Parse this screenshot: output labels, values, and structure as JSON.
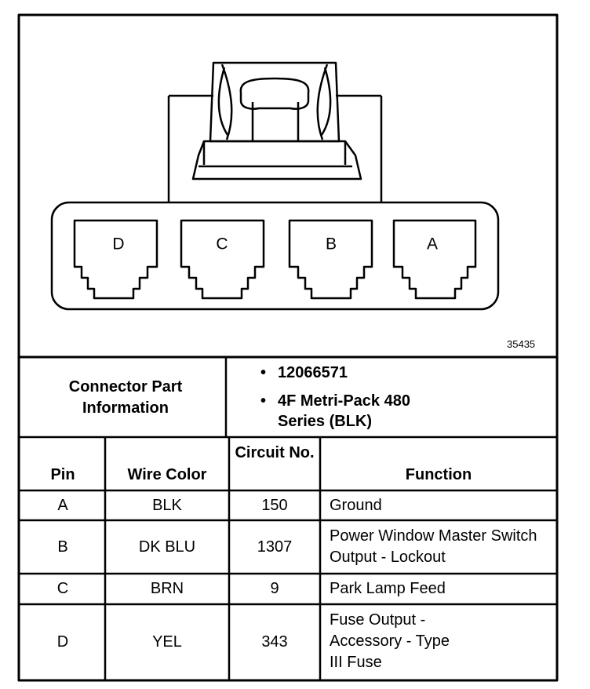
{
  "connector": {
    "pins": [
      "D",
      "C",
      "B",
      "A"
    ],
    "figure_number": "35435"
  },
  "info": {
    "heading": "Connector Part Information",
    "bullets": [
      "12066571",
      "4F Metri-Pack 480 Series (BLK)"
    ]
  },
  "table": {
    "headers": {
      "pin": "Pin",
      "wire_color": "Wire Color",
      "circuit": "Circuit No.",
      "function": "Function"
    },
    "rows": [
      {
        "pin": "A",
        "wire_color": "BLK",
        "circuit": "150",
        "function": "Ground"
      },
      {
        "pin": "B",
        "wire_color": "DK BLU",
        "circuit": "1307",
        "function": "Power Window Master Switch Output - Lockout"
      },
      {
        "pin": "C",
        "wire_color": "BRN",
        "circuit": "9",
        "function": "Park Lamp Feed"
      },
      {
        "pin": "D",
        "wire_color": "YEL",
        "circuit": "343",
        "function": "Fuse Output - Accessory - Type III Fuse"
      }
    ]
  }
}
